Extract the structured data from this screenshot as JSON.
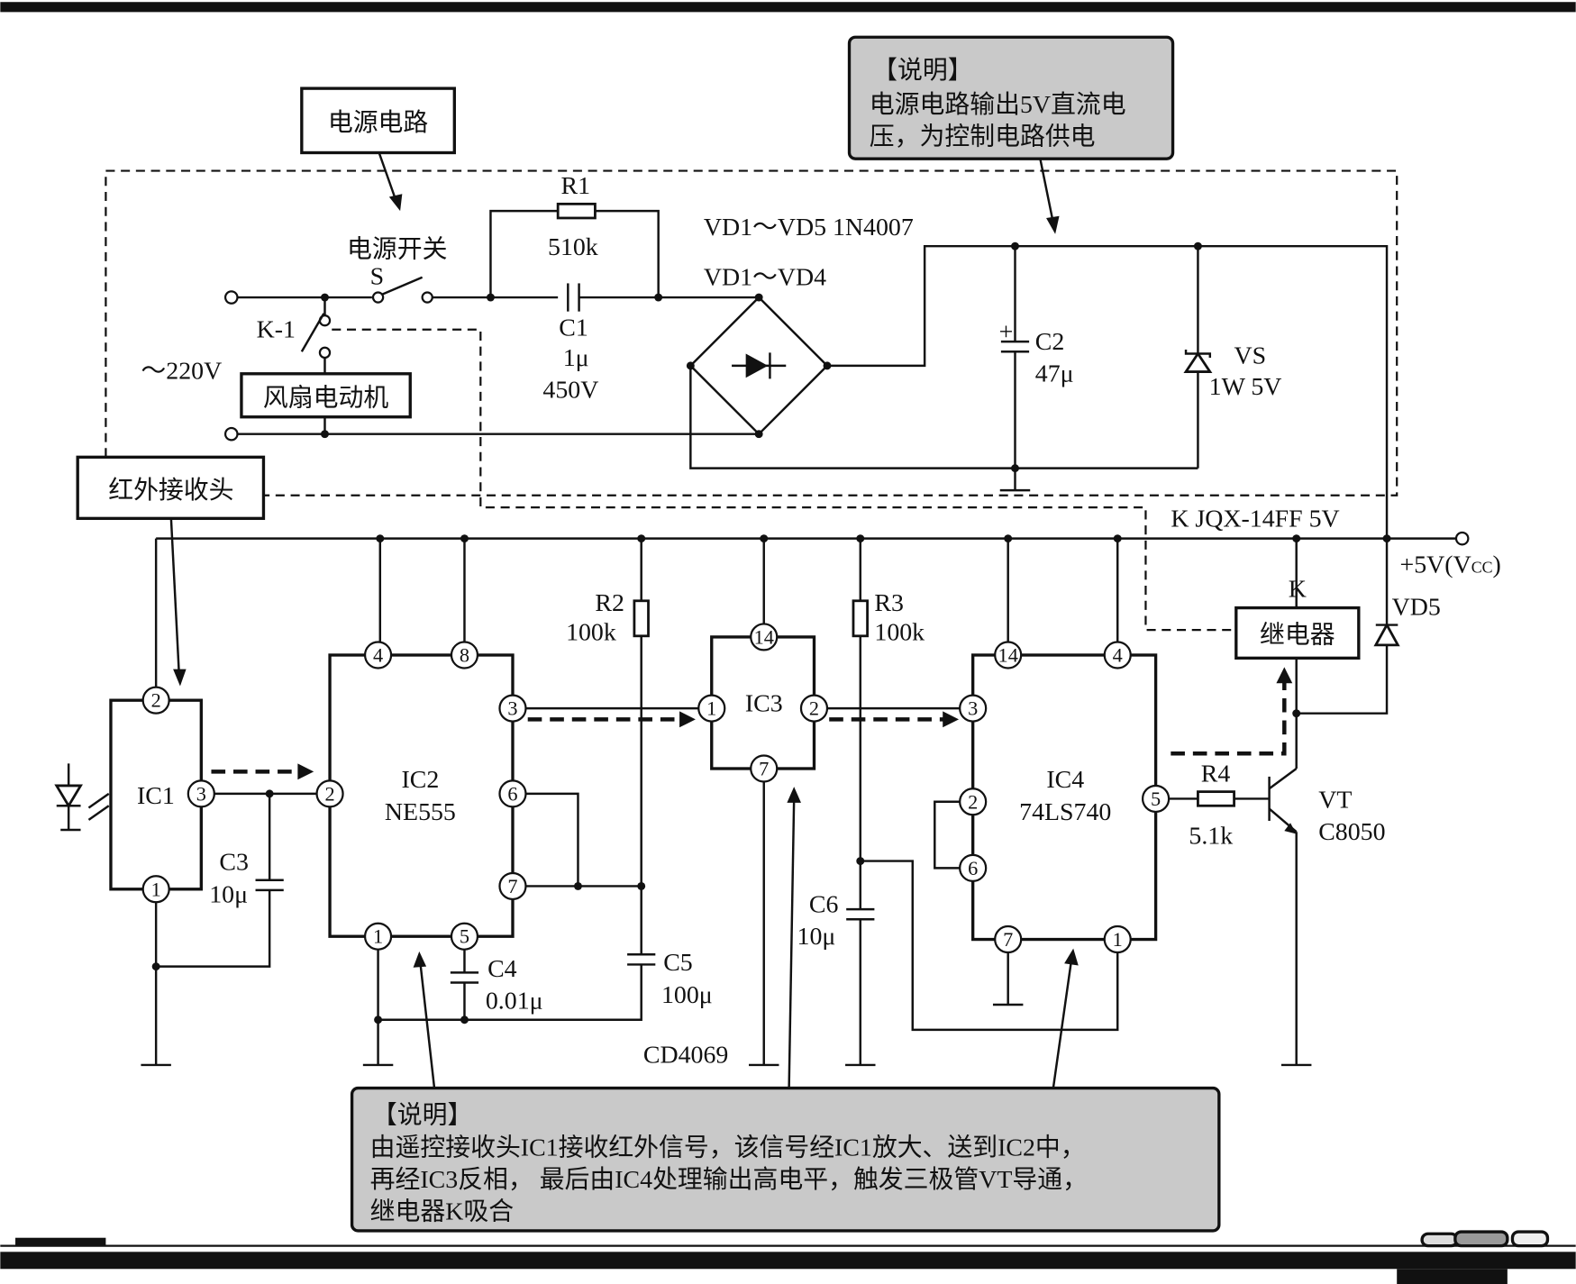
{
  "power_label": "电源电路",
  "ir_label": "红外接收头",
  "note_top": {
    "title": "【说明】",
    "lines": [
      "电源电路输出5V直流电",
      "压，为控制电路供电"
    ]
  },
  "note_bottom": {
    "title": "【说明】",
    "lines": [
      "由遥控接收头IC1接收红外信号，该信号经IC1放大、送到IC2中，",
      "再经IC3反相， 最后由IC4处理输出高电平，触发三极管VT导通，",
      "继电器K吸合"
    ]
  },
  "power": {
    "switch_name": "电源开关",
    "switch_ref": "S",
    "k1": "K-1",
    "mains": "～220V",
    "fan": "风扇电动机",
    "r1": "R1",
    "r1_val": "510k",
    "c1": "C1",
    "c1_val": "1μ",
    "c1_volt": "450V",
    "diodes_all": "VD1～VD5 1N4007",
    "bridge": "VD1～VD4",
    "c2": "C2",
    "c2_val": "47μ",
    "vs": "VS",
    "vs_val": "1W 5V"
  },
  "control": {
    "relay_model": "K JQX-14FF 5V",
    "vcc": "+5V(V",
    "vcc_sub": "CC",
    "vcc_close": ")",
    "ic1": "IC1",
    "ic1_pins": [
      "2",
      "3",
      "1"
    ],
    "c3": "C3",
    "c3_val": "10μ",
    "ic2": "IC2",
    "ic2_type": "NE555",
    "ic2_pins": [
      "4",
      "8",
      "3",
      "6",
      "7",
      "2",
      "1",
      "5"
    ],
    "r2": "R2",
    "r2_val": "100k",
    "c4": "C4",
    "c4_val": "0.01μ",
    "c5": "C5",
    "c5_val": "100μ",
    "ic3": "IC3",
    "ic3_type": "CD4069",
    "ic3_pins": [
      "14",
      "1",
      "2",
      "7"
    ],
    "r3": "R3",
    "r3_val": "100k",
    "c6": "C6",
    "c6_val": "10μ",
    "ic4": "IC4",
    "ic4_type": "74LS740",
    "ic4_pins": [
      "14",
      "4",
      "3",
      "2",
      "6",
      "5",
      "7",
      "1"
    ],
    "r4": "R4",
    "r4_val": "5.1k",
    "vt": "VT",
    "vt_type": "C8050",
    "relay_ref": "K",
    "relay": "继电器",
    "vd5": "VD5"
  }
}
